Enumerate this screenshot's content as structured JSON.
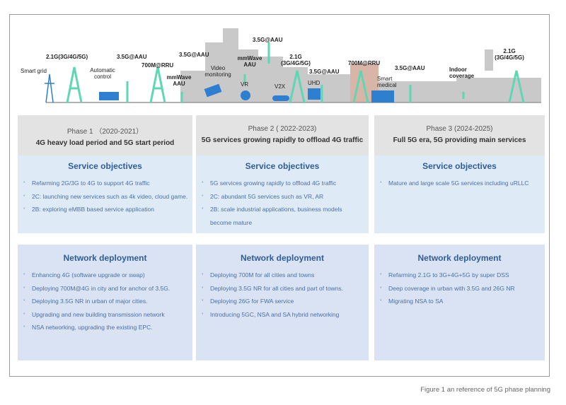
{
  "illustration": {
    "labels": [
      {
        "text": "Smart grid",
        "bold": false
      },
      {
        "text": "2.1G(3G/4G/5G)",
        "bold": true
      },
      {
        "text": "Automatic control",
        "bold": false
      },
      {
        "text": "3.5G@AAU",
        "bold": true
      },
      {
        "text": "700M@RRU",
        "bold": true
      },
      {
        "text": "3.5G@AAU",
        "bold": true
      },
      {
        "text": "mmWave AAU",
        "bold": true
      },
      {
        "text": "Video monitoring",
        "bold": false
      },
      {
        "text": "3.5G@AAU",
        "bold": true
      },
      {
        "text": "mmWave AAU",
        "bold": true
      },
      {
        "text": "VR",
        "bold": false
      },
      {
        "text": "V2X",
        "bold": false
      },
      {
        "text": "2.1G (3G/4G/5G)",
        "bold": true
      },
      {
        "text": "3.5G@AAU",
        "bold": true
      },
      {
        "text": "UHD",
        "bold": false
      },
      {
        "text": "700M@RRU",
        "bold": true
      },
      {
        "text": "Smart medical",
        "bold": false
      },
      {
        "text": "3.5G@AAU",
        "bold": true
      },
      {
        "text": "Indoor coverage",
        "bold": true
      },
      {
        "text": "2.1G (3G/4G/5G)",
        "bold": true
      }
    ],
    "colors": {
      "tower": "#5fd6b4",
      "building": "#b8b8b8",
      "icon": "#2f7fd0"
    }
  },
  "phases": [
    {
      "phase": "Phase 1 （2020-2021）",
      "title": "4G heavy load period and 5G start period",
      "service_heading": "Service objectives",
      "service_items": [
        "Refarming 2G/3G to 4G to support 4G traffic",
        "2C: launching new services such as 4k video, cloud game.",
        "2B: exploring eMBB based service application"
      ],
      "network_heading": "Network deployment",
      "network_items": [
        "Enhancing 4G (software upgrade or swap)",
        "Deploying 700M@4G in city and for anchor of 3.5G.",
        "Deploying  3.5G NR in urban of major cities.",
        "Upgrading and new building transmission network",
        "NSA networking, upgrading the existing EPC."
      ]
    },
    {
      "phase": "Phase 2 ( 2022-2023)",
      "title": "5G services growing rapidly to offload 4G traffic",
      "service_heading": "Service objectives",
      "service_items": [
        "5G services growing rapidly to offload 4G traffic",
        "2C: abundant 5G services such as VR, AR",
        "2B: scale industrial applications, business models become mature"
      ],
      "network_heading": "Network deployment",
      "network_items": [
        "Deploying 700M for all cities and towns",
        "Deploying  3.5G NR for all cities and part of towns.",
        "Deploying 26G for FWA service",
        "Introducing 5GC, NSA and SA hybrid networking"
      ]
    },
    {
      "phase": "Phase 3  (2024-2025)",
      "title": "Full 5G era, 5G providing main services",
      "service_heading": "Service objectives",
      "service_items": [
        "Mature and large scale 5G services including uRLLC"
      ],
      "network_heading": "Network deployment",
      "network_items": [
        "Refarming 2.1G to 3G+4G+5G by super DSS",
        "Deep coverage in urban with 3.5G and 26G NR",
        "Migrating NSA to SA"
      ]
    }
  ],
  "caption": "Figure 1 an reference of 5G phase planning"
}
